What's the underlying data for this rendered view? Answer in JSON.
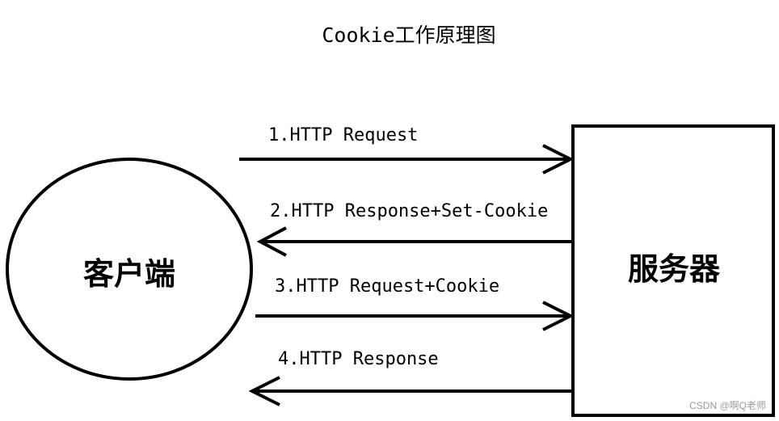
{
  "diagram": {
    "title": "Cookie工作原理图",
    "client": {
      "label": "客户端"
    },
    "server": {
      "label": "服务器"
    },
    "messages": [
      {
        "label": "1.HTTP Request",
        "direction": "client-to-server"
      },
      {
        "label": "2.HTTP Response+Set-Cookie",
        "direction": "server-to-client"
      },
      {
        "label": "3.HTTP Request+Cookie",
        "direction": "client-to-server"
      },
      {
        "label": "4.HTTP Response",
        "direction": "server-to-client"
      }
    ]
  },
  "watermark": "CSDN @啊Q老师"
}
